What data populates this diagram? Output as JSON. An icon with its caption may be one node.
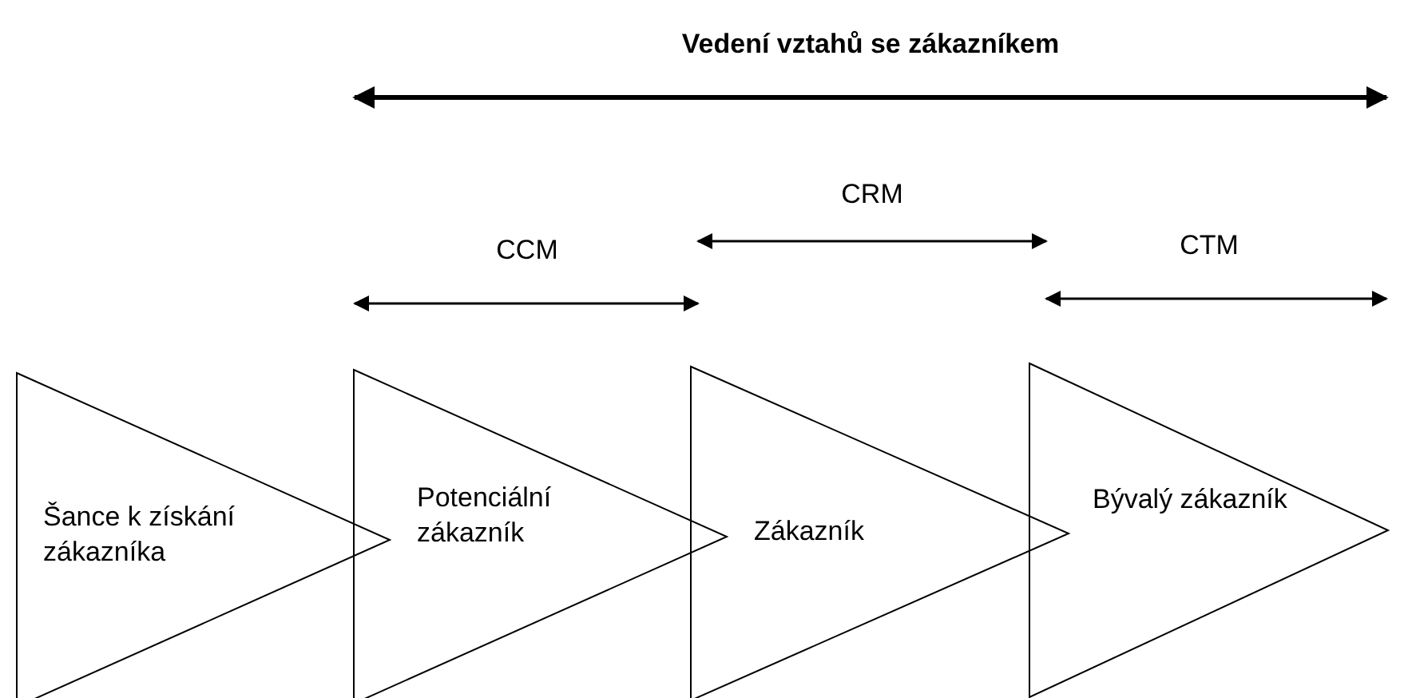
{
  "diagram": {
    "nodes": [
      {
        "text": [
          "Šance k získání zákazníka"
        ]
      },
      {
        "text": [
          "Potenciální zákazník"
        ]
      },
      {
        "text": [
          "Zákazník"
        ]
      },
      {
        "text": [
          "Bývalý zákazník"
        ]
      }
    ],
    "labels": [
      "Vedení vztahů se zákazníkem",
      "CRM",
      "CCM",
      "CTM"
    ]
  }
}
